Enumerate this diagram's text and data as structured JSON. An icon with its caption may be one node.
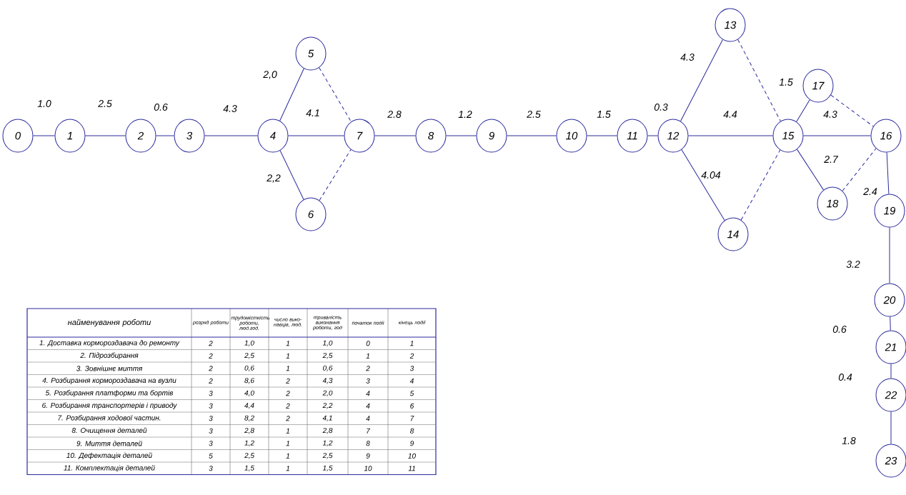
{
  "diagram": {
    "nodes": [
      {
        "text": [
          "0"
        ]
      },
      {
        "text": [
          "1"
        ]
      },
      {
        "text": [
          "2"
        ]
      },
      {
        "text": [
          "3"
        ]
      },
      {
        "text": [
          "4"
        ]
      },
      {
        "text": [
          "5"
        ]
      },
      {
        "text": [
          "6"
        ]
      },
      {
        "text": [
          "7"
        ]
      },
      {
        "text": [
          "8"
        ]
      },
      {
        "text": [
          "9"
        ]
      },
      {
        "text": [
          "10"
        ]
      },
      {
        "text": [
          "11"
        ]
      },
      {
        "text": [
          "12"
        ]
      },
      {
        "text": [
          "13"
        ]
      },
      {
        "text": [
          "14"
        ]
      },
      {
        "text": [
          "15"
        ]
      },
      {
        "text": [
          "16"
        ]
      },
      {
        "text": [
          "17"
        ]
      },
      {
        "text": [
          "18"
        ]
      },
      {
        "text": [
          "19"
        ]
      },
      {
        "text": [
          "20"
        ]
      },
      {
        "text": [
          "21"
        ]
      },
      {
        "text": [
          "22"
        ]
      },
      {
        "text": [
          "23"
        ]
      }
    ],
    "edges": [
      {
        "from": 0,
        "to": 1,
        "arrow": "none",
        "label": "1.0"
      },
      {
        "from": 1,
        "to": 2,
        "arrow": "none",
        "label": "2.5"
      },
      {
        "from": 2,
        "to": 3,
        "arrow": "none",
        "label": "0.6"
      },
      {
        "from": 3,
        "to": 4,
        "arrow": "none",
        "label": "4.3"
      },
      {
        "from": 4,
        "to": 5,
        "arrow": "none",
        "label": "2,0"
      },
      {
        "from": 4,
        "to": 7,
        "arrow": "none",
        "label": "4.1"
      },
      {
        "from": 4,
        "to": 6,
        "arrow": "none",
        "label": "2,2"
      },
      {
        "from": 5,
        "to": 7,
        "arrow": "none",
        "style": "dashed"
      },
      {
        "from": 6,
        "to": 7,
        "arrow": "none",
        "style": "dashed"
      },
      {
        "from": 7,
        "to": 8,
        "arrow": "none",
        "label": "2.8"
      },
      {
        "from": 8,
        "to": 9,
        "arrow": "none",
        "label": "1.2"
      },
      {
        "from": 9,
        "to": 10,
        "arrow": "none",
        "label": "2.5"
      },
      {
        "from": 10,
        "to": 11,
        "arrow": "none",
        "label": "1.5"
      },
      {
        "from": 11,
        "to": 12,
        "arrow": "none",
        "label": "0.3"
      },
      {
        "from": 12,
        "to": 13,
        "arrow": "none",
        "label": "4.3"
      },
      {
        "from": 12,
        "to": 15,
        "arrow": "none",
        "label": "4.4"
      },
      {
        "from": 12,
        "to": 14,
        "arrow": "none",
        "label": "4.04"
      },
      {
        "from": 13,
        "to": 15,
        "arrow": "none",
        "style": "dashed"
      },
      {
        "from": 14,
        "to": 15,
        "arrow": "none",
        "style": "dashed"
      },
      {
        "from": 15,
        "to": 17,
        "arrow": "none",
        "label": "1.5"
      },
      {
        "from": 15,
        "to": 16,
        "arrow": "none",
        "label": "4.3"
      },
      {
        "from": 15,
        "to": 18,
        "arrow": "none",
        "label": "2.7"
      },
      {
        "from": 17,
        "to": 16,
        "arrow": "none",
        "style": "dashed"
      },
      {
        "from": 18,
        "to": 16,
        "arrow": "none",
        "style": "dashed"
      },
      {
        "from": 16,
        "to": 19,
        "arrow": "none",
        "label": "2.4"
      },
      {
        "from": 19,
        "to": 20,
        "arrow": "none",
        "label": "3.2"
      },
      {
        "from": 20,
        "to": 21,
        "arrow": "none",
        "label": "0.6"
      },
      {
        "from": 21,
        "to": 22,
        "arrow": "none",
        "label": "0.4"
      },
      {
        "from": 22,
        "to": 23,
        "arrow": "none",
        "label": "1.8"
      }
    ],
    "labels": [
      "найменування роботи",
      "розряд роботи",
      "трудомісткість роботи, люд.год.",
      "число вико- навців, люд.",
      "тривалість виконання роботи, год",
      "початок події",
      "кінець події",
      "1. Доставка кормороздавача до ремонту",
      "2",
      "1,0",
      "1",
      "1,0",
      "0",
      "1",
      "2. Підрозбирання",
      "2",
      "2,5",
      "1",
      "2,5",
      "1",
      "2",
      "3. Зовнішнє миття",
      "2",
      "0,6",
      "1",
      "0,6",
      "2",
      "3",
      "4. Розбирання кормороздавача на вузли",
      "2",
      "8,6",
      "2",
      "4,3",
      "3",
      "4",
      "5. Розбирання платформи та бортів",
      "3",
      "4,0",
      "2",
      "2,0",
      "4",
      "5",
      "6. Розбирання транспортерів і приводу",
      "3",
      "4,4",
      "2",
      "2,2",
      "4",
      "6",
      "7. Розбирання ходової частин.",
      "3",
      "8,2",
      "2",
      "4,1",
      "4",
      "7",
      "8. Очищення деталей",
      "3",
      "2,8",
      "1",
      "2,8",
      "7",
      "8",
      "9. Миття деталей",
      "3",
      "1,2",
      "1",
      "1,2",
      "8",
      "9",
      "10. Дефектація деталей",
      "5",
      "2,5",
      "1",
      "2,5",
      "9",
      "10",
      "11. Комплектація деталей",
      "3",
      "1,5",
      "1",
      "1,5",
      "10",
      "11"
    ]
  }
}
